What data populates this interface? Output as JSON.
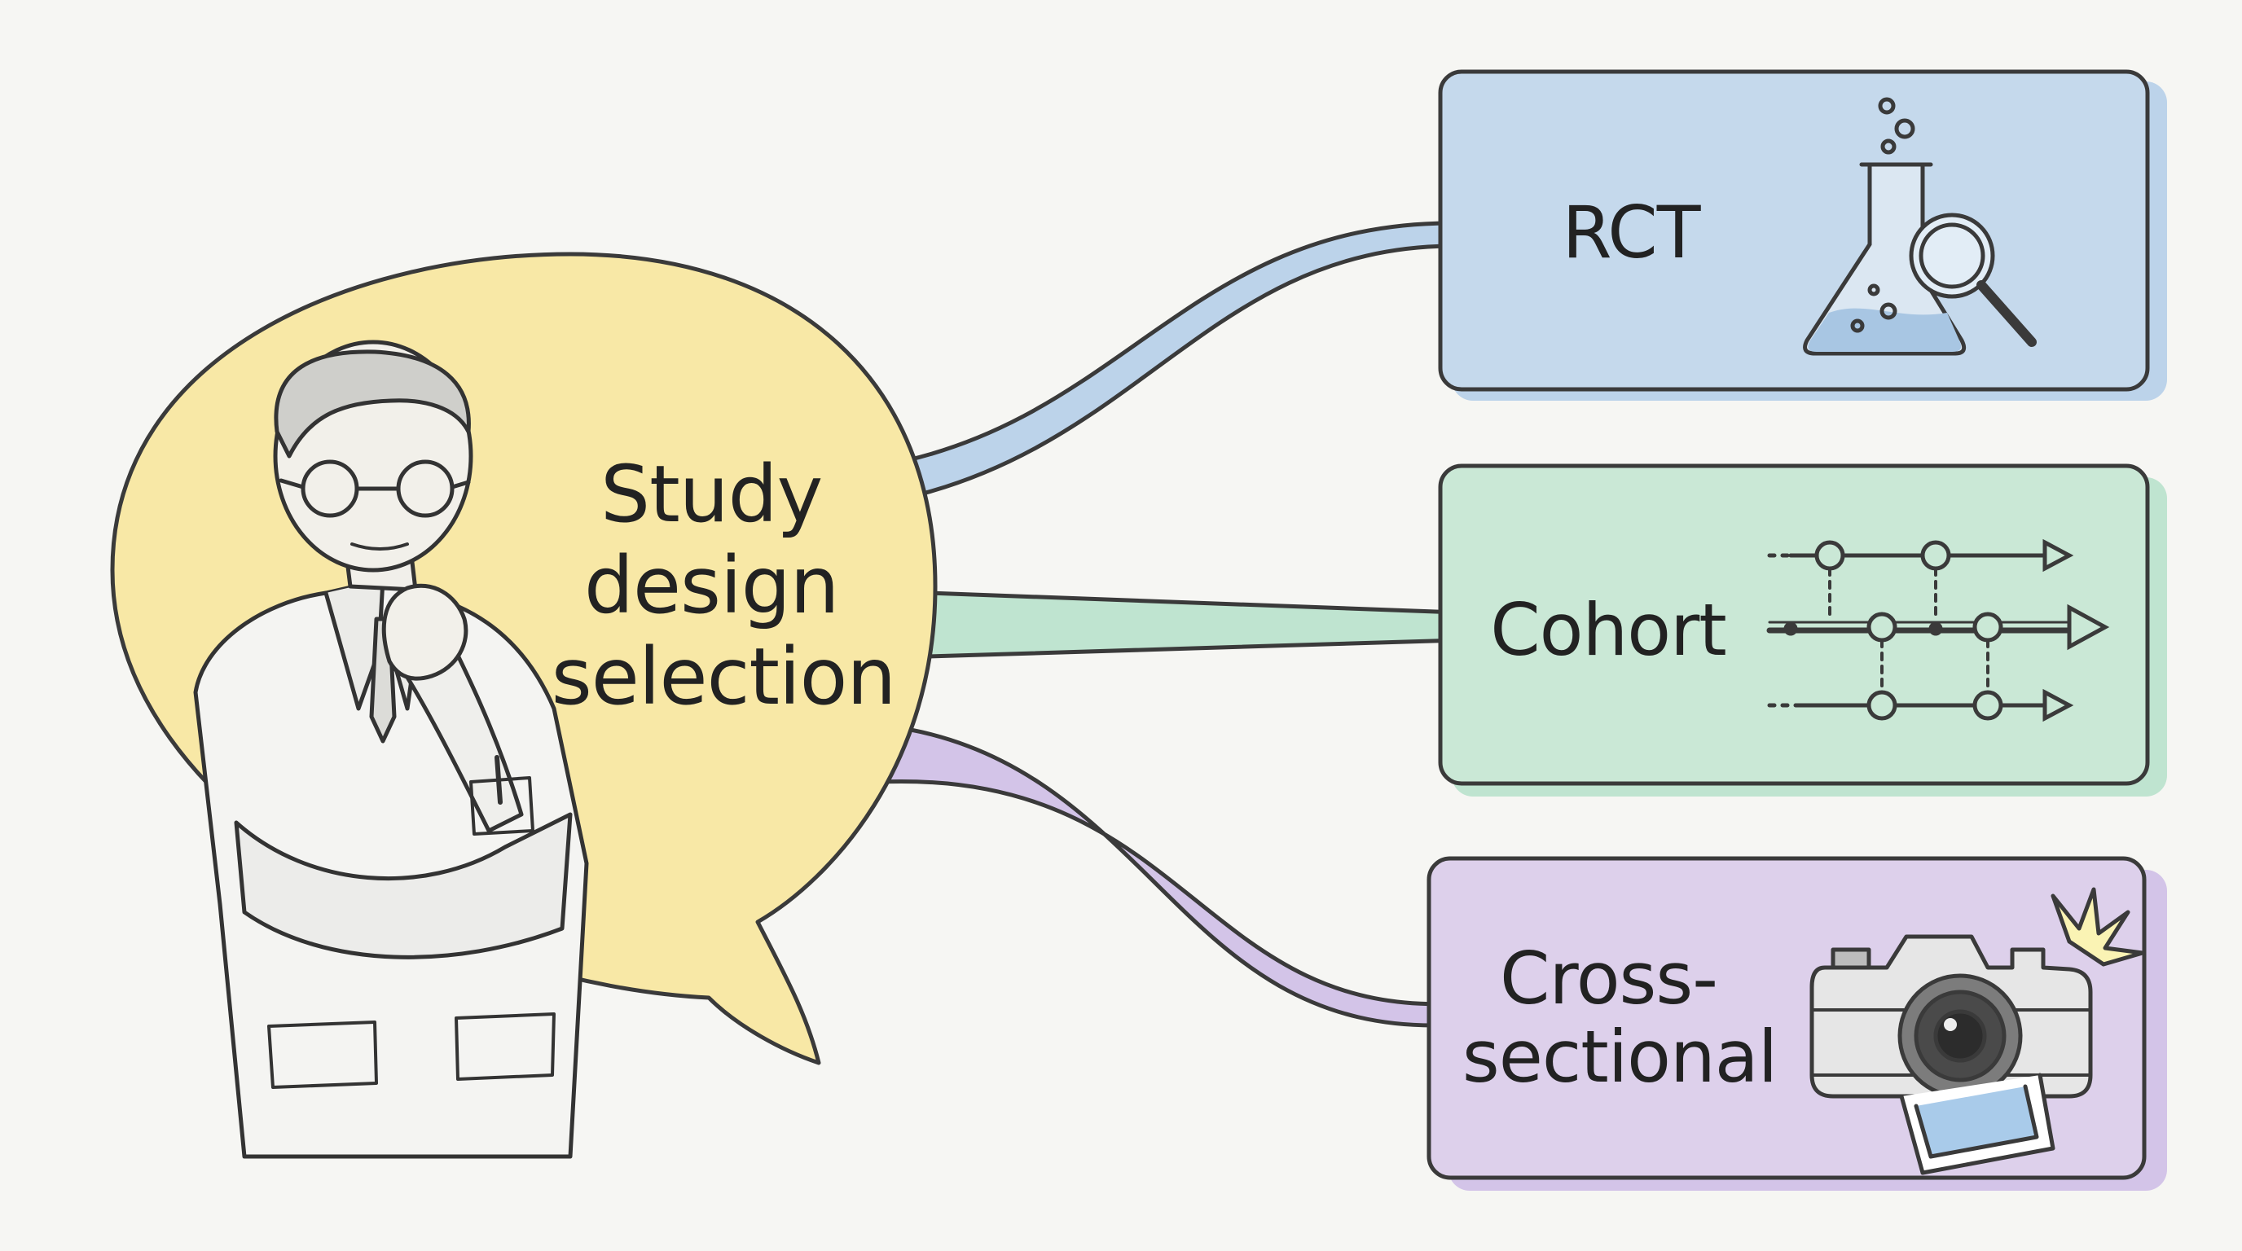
{
  "central": {
    "lines": [
      "Study",
      "design",
      "selection"
    ],
    "fill": "#f8e8a6",
    "illustration": "thinking-scientist-in-lab-coat"
  },
  "options": [
    {
      "label_lines": [
        "RCT"
      ],
      "fill": "#c5d9ec",
      "connector": "#bcd3ea",
      "icon": "flask-with-magnifier-icon"
    },
    {
      "label_lines": [
        "Cohort"
      ],
      "fill": "#cae8d6",
      "connector": "#bfe4d0",
      "icon": "timeline-arrows-icon"
    },
    {
      "label_lines": [
        "Cross-",
        "sectional"
      ],
      "fill": "#ddd0eb",
      "connector": "#d3c4e8",
      "icon": "camera-snapshot-icon"
    }
  ],
  "colors": {
    "stroke": "#3a3a3a",
    "background": "#f6f6f3"
  }
}
